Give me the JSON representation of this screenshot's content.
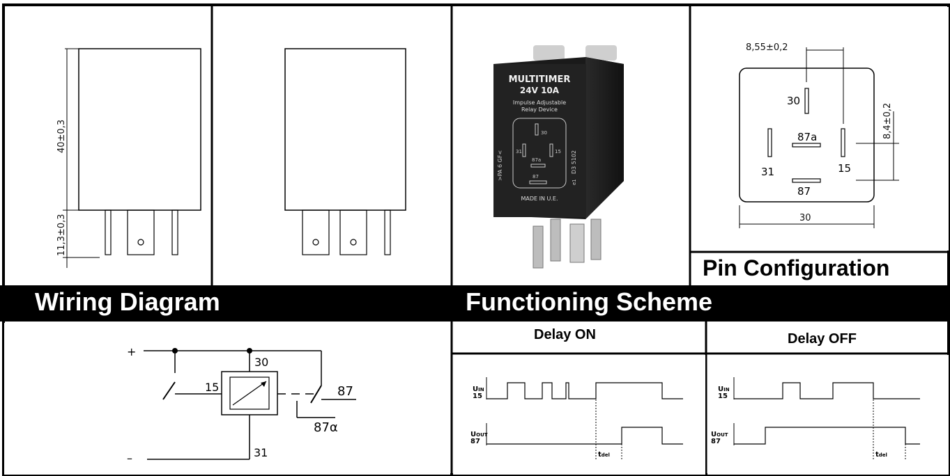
{
  "dimensions": {
    "body_height": "40±0,3",
    "pin_length": "11,3±0,3",
    "pin_spacing": "8,55±0,2",
    "pin_offset": "8,4±0,2",
    "width": "30"
  },
  "relay": {
    "brand": "MULTITIMER",
    "rating": "24V 10A",
    "subtitle_line1": "Impulse Adjustable",
    "subtitle_line2": "Relay Device",
    "side_left": ">PA 6 GF<",
    "side_right": "D3 5102",
    "made_in": "MADE IN U.E.",
    "mark": "e1"
  },
  "pins": {
    "p30": "30",
    "p87a": "87a",
    "p31": "31",
    "p15": "15",
    "p87": "87",
    "p87a_wiring": "87α"
  },
  "labels": {
    "pin_configuration": "Pin Configuration",
    "wiring_diagram": "Wiring Diagram",
    "functioning_scheme": "Functioning Scheme",
    "delay_on": "Delay ON",
    "delay_off": "Delay OFF",
    "plus": "+",
    "minus": "–",
    "u_in_1": "U",
    "u_in_sub": "IN",
    "u_in_pin": "15",
    "u_out_1": "U",
    "u_out_sub": "OUT",
    "u_out_pin": "87",
    "t_del": "t",
    "t_del_sub": "del"
  }
}
